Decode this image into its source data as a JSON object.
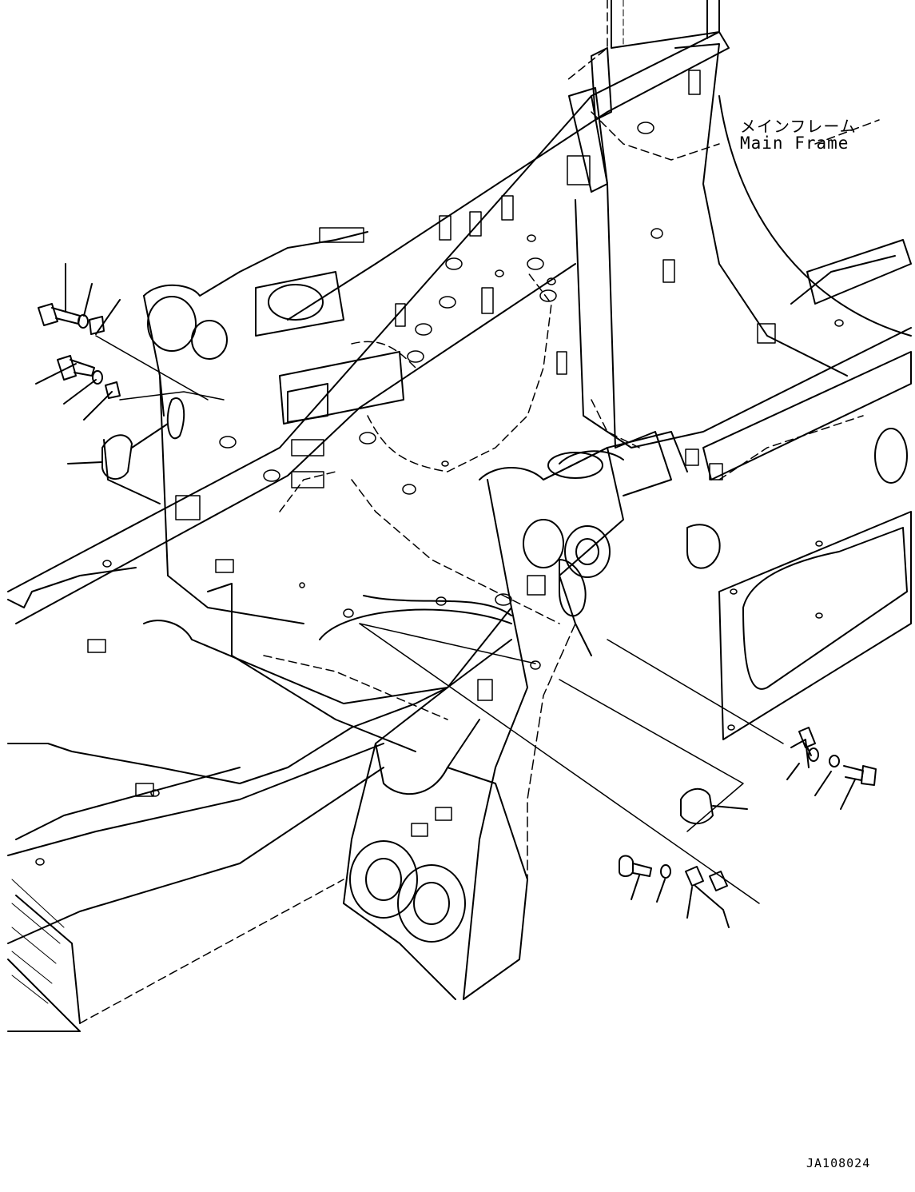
{
  "labels": {
    "main_frame_jp": "メインフレーム",
    "main_frame_en": "Main Frame",
    "drawing_id": "JA108024"
  },
  "colors": {
    "line": "#000000",
    "background": "#ffffff"
  }
}
